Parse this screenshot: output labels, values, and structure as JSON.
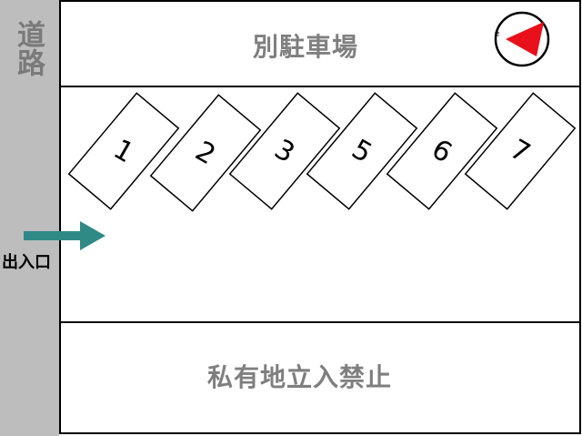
{
  "road": {
    "label": "道路"
  },
  "top_area": {
    "label": "別駐車場"
  },
  "bottom_area": {
    "label": "私有地立入禁止"
  },
  "entrance": {
    "label": "出入口"
  },
  "compass": {
    "letter": "N",
    "arrow_color": "#e8101a"
  },
  "arrow_color": "#2f8a85",
  "parking_slots": [
    "1",
    "2",
    "3",
    "5",
    "6",
    "7"
  ]
}
